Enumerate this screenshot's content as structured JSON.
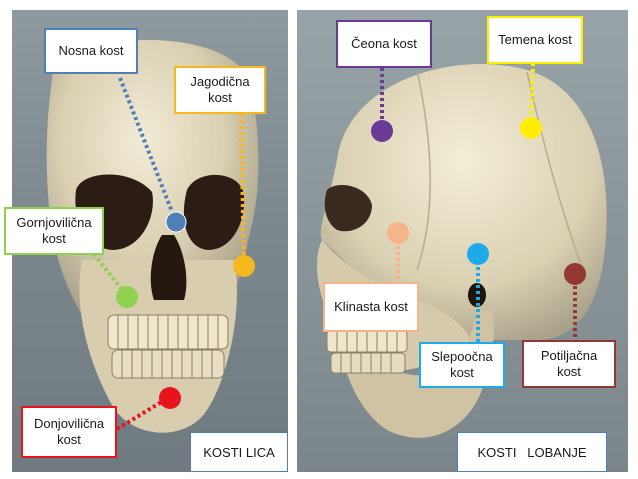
{
  "labels": {
    "nosna": "Nosna kost",
    "jagodicna": "Jagodična kost",
    "gornjovilicna": "Gornjovilična kost",
    "donjovilicna": "Donjovilična kost",
    "ceona": "Čeona kost",
    "temena": "Temena kost",
    "klinasta": "Klinasta kost",
    "slepoocna": "Slepoočna kost",
    "potiljacna": "Potiljačna kost"
  },
  "captions": {
    "left": "KOSTI LICA",
    "right": "KOSTI   LOBANJE"
  },
  "colors": {
    "nosna": "#4f7fb8",
    "jagodicna": "#f5b820",
    "gornjovilicna": "#8fd14f",
    "donjovilicna": "#e8141c",
    "ceona": "#6a3a96",
    "temena": "#ffee00",
    "klinasta": "#f7b48a",
    "slepoocna": "#1eaae8",
    "potiljacna": "#953735",
    "caption_border": "#4f7fb8"
  }
}
